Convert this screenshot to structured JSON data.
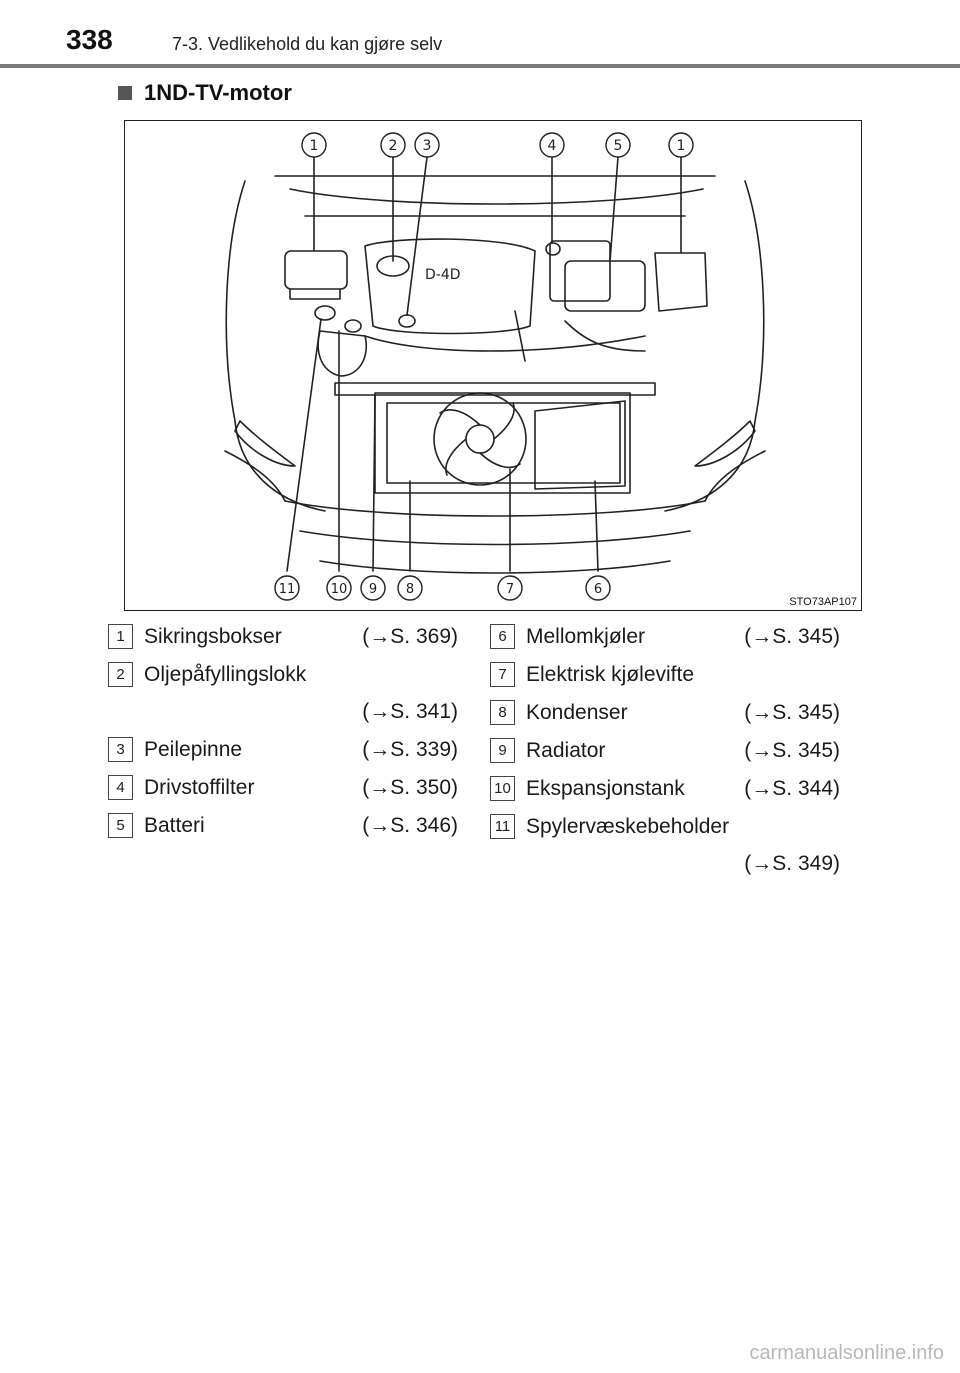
{
  "header": {
    "page_number": "338",
    "section_title": "7-3. Vedlikehold du kan gjøre selv"
  },
  "subheading": "1ND-TV-motor",
  "figure": {
    "code": "STO73AP107",
    "callouts_top": [
      "1",
      "2",
      "3",
      "4",
      "5",
      "1"
    ],
    "callouts_bottom": [
      "11",
      "10",
      "9",
      "8",
      "7",
      "6"
    ]
  },
  "legend": {
    "left": [
      {
        "num": "1",
        "label": "Sikringsbokser",
        "ref": "(→S. 369)"
      },
      {
        "num": "2",
        "label": "Oljepåfyllingslokk",
        "ref": "(→S. 341)"
      },
      {
        "num": "3",
        "label": "Peilepinne",
        "ref": "(→S. 339)"
      },
      {
        "num": "4",
        "label": "Drivstoffilter",
        "ref": "(→S. 350)"
      },
      {
        "num": "5",
        "label": "Batteri",
        "ref": "(→S. 346)"
      }
    ],
    "right": [
      {
        "num": "6",
        "label": "Mellomkjøler",
        "ref": "(→S. 345)"
      },
      {
        "num": "7",
        "label": "Elektrisk kjølevifte",
        "ref": ""
      },
      {
        "num": "8",
        "label": "Kondenser",
        "ref": "(→S. 345)"
      },
      {
        "num": "9",
        "label": "Radiator",
        "ref": "(→S. 345)"
      },
      {
        "num": "10",
        "label": "Ekspansjonstank",
        "ref": "(→S. 344)"
      },
      {
        "num": "11",
        "label": "Spylervæskebeholder",
        "ref": "(→S. 349)"
      }
    ]
  },
  "watermark": "carmanualsonline.info"
}
